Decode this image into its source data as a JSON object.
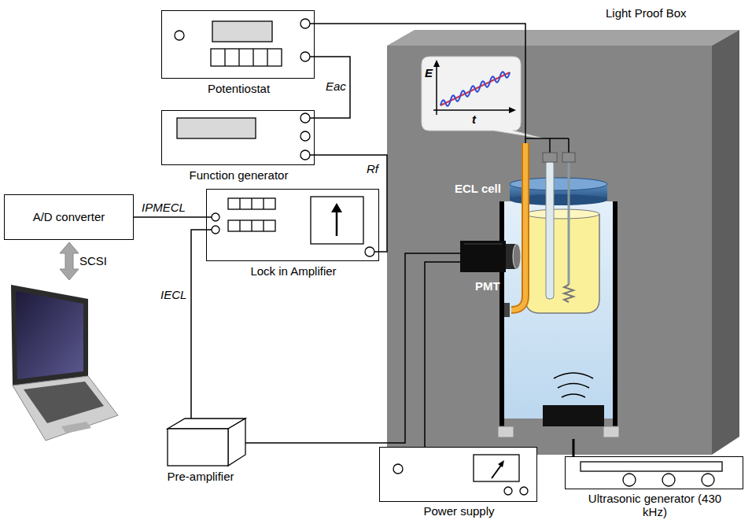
{
  "diagram": {
    "nodes": [
      {
        "text": [
          "Potentiostat"
        ]
      },
      {
        "text": [
          "Light Proof Box"
        ]
      },
      {
        "text": [
          "ECL cell"
        ],
        "in": 1
      },
      {
        "text": [
          "Function generator"
        ]
      },
      {
        "text": [
          "PMT"
        ],
        "in": 1
      },
      {
        "text": [
          "A/D converter"
        ]
      },
      {
        "text": [
          "Lock in Amplifier"
        ]
      },
      {
        "text": [
          "Pre-amplifier"
        ]
      },
      {
        "text": [
          "Power supply"
        ]
      },
      {
        "text": [
          "Ultrasonic generator (430 kHz)"
        ]
      }
    ],
    "edges": [
      {
        "from": 0,
        "to": 2,
        "arrow": "none"
      },
      {
        "from": 0,
        "to": 3,
        "label": "Eac",
        "arrow": "none"
      },
      {
        "from": 3,
        "to": 6,
        "label": "Rf",
        "arrow": "none"
      },
      {
        "from": 6,
        "to": 5,
        "label": "IPMECL",
        "arrow": "none"
      },
      {
        "from": 7,
        "to": 6,
        "label": "IECL",
        "arrow": "none"
      },
      {
        "from": 4,
        "to": 7,
        "arrow": "none"
      },
      {
        "from": 4,
        "to": 8,
        "arrow": "none"
      },
      {
        "from": 2,
        "to": 9,
        "arrow": "none"
      }
    ],
    "labels": [
      "E",
      "t",
      "SCSI"
    ]
  }
}
